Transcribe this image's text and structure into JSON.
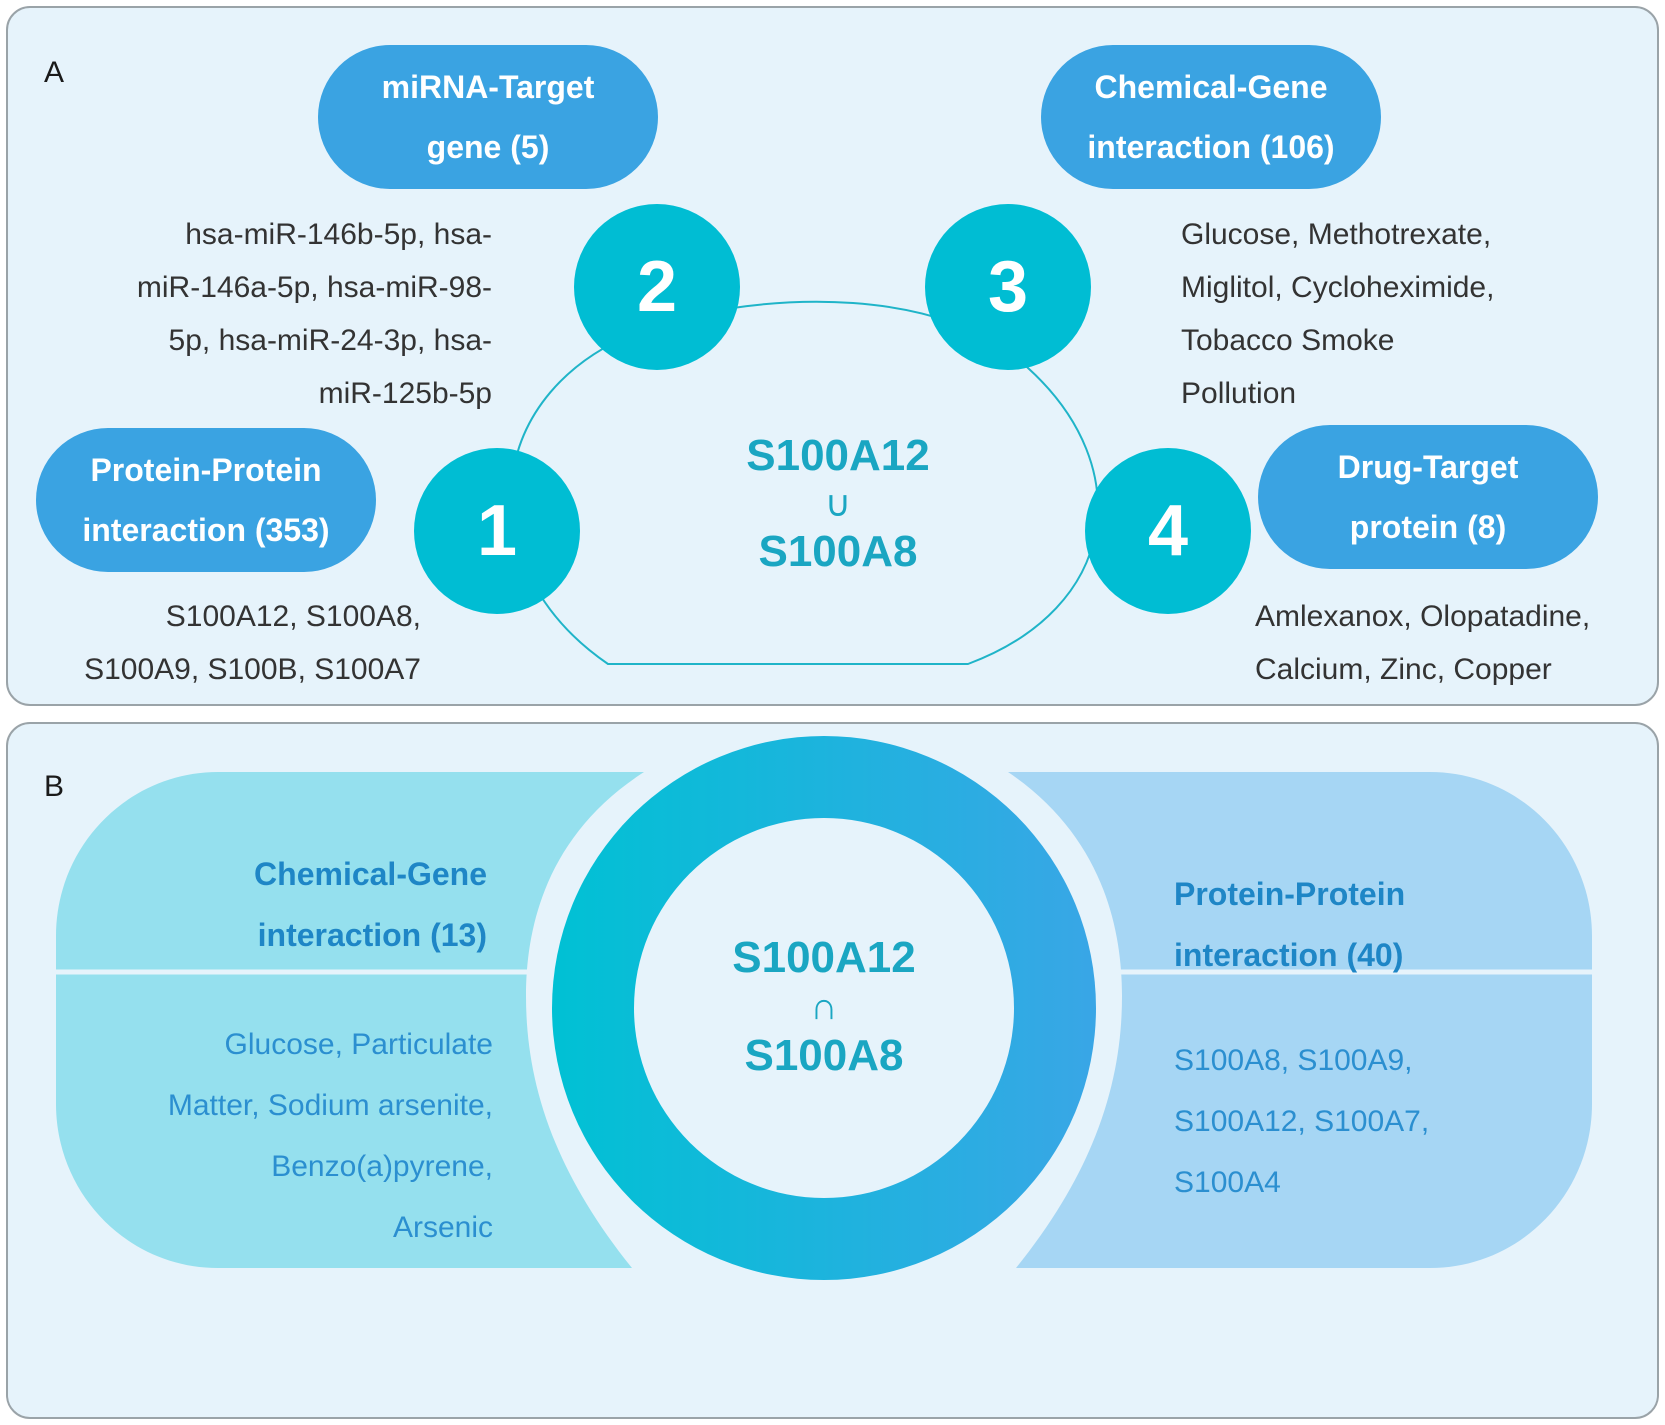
{
  "panel_a": {
    "label": "A",
    "center": {
      "line1": "S100A12",
      "op": "∪",
      "line2": "S100A8"
    },
    "categories": [
      {
        "number": "1",
        "title_lines": [
          "Protein-Protein",
          "interaction (353)"
        ],
        "items_lines": [
          "S100A12, S100A8,",
          "S100A9,  S100B, S100A7"
        ]
      },
      {
        "number": "2",
        "title_lines": [
          "miRNA-Target",
          "gene (5)"
        ],
        "items_lines": [
          "hsa-miR-146b-5p, hsa-",
          "miR-146a-5p, hsa-miR-98-",
          "5p, hsa-miR-24-3p, hsa-",
          "miR-125b-5p"
        ]
      },
      {
        "number": "3",
        "title_lines": [
          "Chemical-Gene",
          "interaction (106)"
        ],
        "items_lines": [
          "Glucose, Methotrexate,",
          "Miglitol, Cycloheximide,",
          "Tobacco Smoke",
          "Pollution"
        ]
      },
      {
        "number": "4",
        "title_lines": [
          "Drug-Target",
          "protein (8)"
        ],
        "items_lines": [
          "Amlexanox, Olopatadine,",
          "Calcium, Zinc, Copper"
        ]
      }
    ]
  },
  "panel_b": {
    "label": "B",
    "center": {
      "line1": "S100A12",
      "op": "∩",
      "line2": "S100A8"
    },
    "left": {
      "title_lines": [
        "Chemical-Gene",
        "interaction (13)"
      ],
      "items_lines": [
        "Glucose, Particulate",
        "Matter, Sodium arsenite,",
        "Benzo(a)pyrene,",
        "Arsenic"
      ]
    },
    "right": {
      "title_lines": [
        "Protein-Protein",
        "interaction (40)"
      ],
      "items_lines": [
        "S100A8, S100A9,",
        "S100A12,  S100A7,",
        "S100A4"
      ]
    }
  },
  "colors": {
    "panel_bg": "#e6f3fb",
    "panel_border": "#9aa3a8",
    "pill": "#3aa3e2",
    "number_circle": "#00bdd3",
    "center_text": "#1aa6c2",
    "left_blob": "#95e0ee",
    "right_blob": "#a6d6f4",
    "blob_title_text": "#1e86c6",
    "blob_list_text": "#2b8fd0"
  }
}
